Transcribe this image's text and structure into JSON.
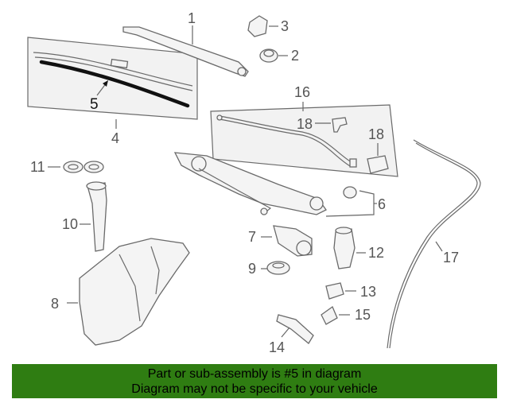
{
  "callouts": {
    "c1": "1",
    "c2": "2",
    "c3": "3",
    "c4": "4",
    "c5": "5",
    "c6": "6",
    "c7": "7",
    "c8": "8",
    "c9": "9",
    "c10": "10",
    "c11": "11",
    "c12": "12",
    "c13": "13",
    "c14": "14",
    "c15": "15",
    "c16": "16",
    "c17": "17",
    "c18a": "18",
    "c18b": "18"
  },
  "highlighted_part": "5",
  "banner": {
    "line1": "Part or sub-assembly is #5 in diagram",
    "line2": "Diagram may not be specific to your vehicle",
    "background": "#2f7d12"
  },
  "colors": {
    "line": "#6a6a6a",
    "highlight": "#111111",
    "panel": "#f2f2f2"
  }
}
